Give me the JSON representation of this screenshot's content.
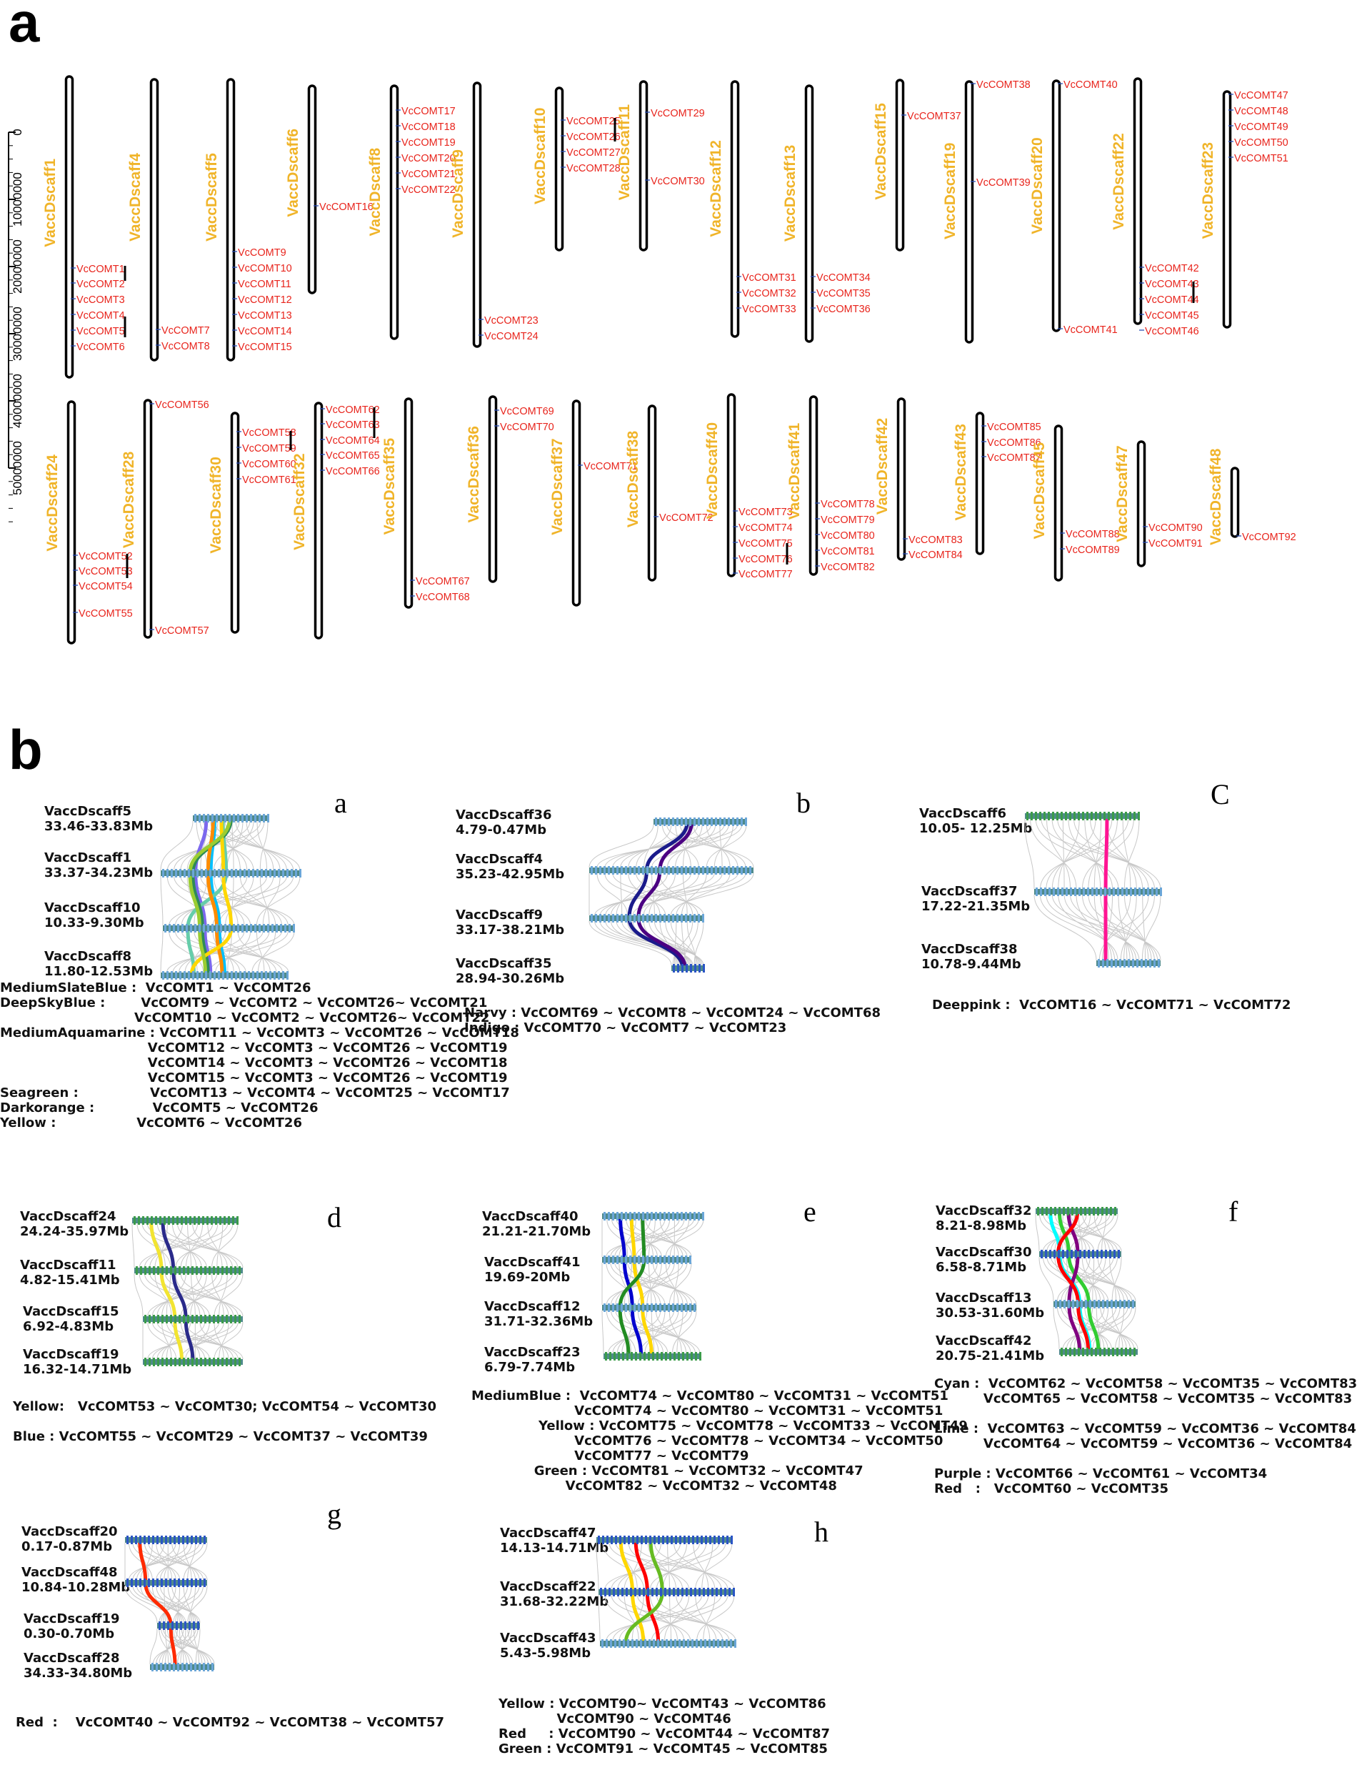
{
  "panel_a": {
    "letter": "a",
    "scale_ticks": [
      "0",
      "10000000",
      "20000000",
      "30000000",
      "40000000",
      "50000000"
    ],
    "scaffolds": [
      {
        "name": "VaccDscaff1",
        "genes": [
          "VcCOMT1",
          "VcCOMT2",
          "VcCOMT3",
          "VcCOMT4",
          "VcCOMT5",
          "VcCOMT6"
        ]
      },
      {
        "name": "VaccDscaff4",
        "genes": [
          "VcCOMT7",
          "VcCOMT8"
        ]
      },
      {
        "name": "VaccDscaff5",
        "genes": [
          "VcCOMT9",
          "VcCOMT10",
          "VcCOMT11",
          "VcCOMT12",
          "VcCOMT13",
          "VcCOMT14",
          "VcCOMT15"
        ]
      },
      {
        "name": "VaccDscaff6",
        "genes": [
          "VcCOMT16"
        ]
      },
      {
        "name": "VaccDscaff8",
        "genes": [
          "VcCOMT17",
          "VcCOMT18",
          "VcCOMT19",
          "VcCOMT20",
          "VcCOMT21",
          "VcCOMT22"
        ]
      },
      {
        "name": "VaccDscaff9",
        "genes": [
          "VcCOMT23",
          "VcCOMT24"
        ]
      },
      {
        "name": "VaccDscaff10",
        "genes": [
          "VcCOMT25",
          "VcCOMT26",
          "VcCOMT27",
          "VcCOMT28"
        ]
      },
      {
        "name": "VaccDscaff11",
        "genes": [
          "VcCOMT29",
          "VcCOMT30"
        ]
      },
      {
        "name": "VaccDscaff12",
        "genes": [
          "VcCOMT31",
          "VcCOMT32",
          "VcCOMT33"
        ]
      },
      {
        "name": "VaccDscaff13",
        "genes": [
          "VcCOMT34",
          "VcCOMT35",
          "VcCOMT36"
        ]
      },
      {
        "name": "VaccDscaff15",
        "genes": [
          "VcCOMT37"
        ]
      },
      {
        "name": "VaccDscaff19",
        "genes": [
          "VcCOMT38",
          "VcCOMT39"
        ]
      },
      {
        "name": "VaccDscaff20",
        "genes": [
          "VcCOMT40",
          "VcCOMT41"
        ]
      },
      {
        "name": "VaccDscaff22",
        "genes": [
          "VcCOMT42",
          "VcCOMT43",
          "VcCOMT44",
          "VcCOMT45",
          "VcCOMT46"
        ]
      },
      {
        "name": "VaccDscaff23",
        "genes": [
          "VcCOMT47",
          "VcCOMT48",
          "VcCOMT49",
          "VcCOMT50",
          "VcCOMT51"
        ]
      },
      {
        "name": "VaccDscaff24",
        "genes": [
          "VcCOMT52",
          "VcCOMT53",
          "VcCOMT54",
          "VcCOMT55"
        ]
      },
      {
        "name": "VaccDscaff28",
        "genes": [
          "VcCOMT56",
          "VcCOMT57"
        ]
      },
      {
        "name": "VaccDscaff30",
        "genes": [
          "VcCOMT58",
          "VcCOMT59",
          "VcCOMT60",
          "VcCOMT61"
        ]
      },
      {
        "name": "VaccDscaff32",
        "genes": [
          "VcCOMT62",
          "VcCOMT63",
          "VcCOMT64",
          "VcCOMT65",
          "VcCOMT66"
        ]
      },
      {
        "name": "VaccDscaff35",
        "genes": [
          "VcCOMT67",
          "VcCOMT68"
        ]
      },
      {
        "name": "VaccDscaff36",
        "genes": [
          "VcCOMT69",
          "VcCOMT70"
        ]
      },
      {
        "name": "VaccDscaff37",
        "genes": [
          "VcCOMT71"
        ]
      },
      {
        "name": "VaccDscaff38",
        "genes": [
          "VcCOMT72"
        ]
      },
      {
        "name": "VaccDscaff40",
        "genes": [
          "VcCOMT73",
          "VcCOMT74",
          "VcCOMT75",
          "VcCOMT76",
          "VcCOMT77"
        ]
      },
      {
        "name": "VaccDscaff41",
        "genes": [
          "VcCOMT78",
          "VcCOMT79",
          "VcCOMT80",
          "VcCOMT81",
          "VcCOMT82"
        ]
      },
      {
        "name": "VaccDscaff42",
        "genes": [
          "VcCOMT83",
          "VcCOMT84"
        ]
      },
      {
        "name": "VaccDscaff43",
        "genes": [
          "VcCOMT85",
          "VcCOMT86",
          "VcCOMT87"
        ]
      },
      {
        "name": "VaccDscaff45",
        "genes": [
          "VcCOMT88",
          "VcCOMT89"
        ]
      },
      {
        "name": "VaccDscaff47",
        "genes": [
          "VcCOMT90",
          "VcCOMT91"
        ]
      },
      {
        "name": "VaccDscaff48",
        "genes": [
          "VcCOMT92"
        ]
      }
    ],
    "colors": {
      "scaffold_label": "#f0b429",
      "gene_label": "#e8241c",
      "chromosome": "#000000"
    }
  },
  "panel_b": {
    "letter": "b",
    "subpanels": [
      {
        "letter": "a",
        "tracks": [
          [
            "VaccDscaff5",
            "33.46-33.83Mb"
          ],
          [
            "VaccDscaff1",
            "33.37-34.23Mb"
          ],
          [
            "VaccDscaff10",
            "10.33-9.30Mb"
          ],
          [
            "VaccDscaff8",
            "11.80-12.53Mb"
          ]
        ],
        "legend": "MediumSlateBlue :  VcCOMT1 ~ VcCOMT26\nDeepSkyBlue :        VcCOMT9 ~ VcCOMT2 ~ VcCOMT26~ VcCOMT21\n                              VcCOMT10 ~ VcCOMT2 ~ VcCOMT26~ VcCOMT22\nMediumAquamarine : VcCOMT11 ~ VcCOMT3 ~ VcCOMT26 ~ VcCOMT18\n                                 VcCOMT12 ~ VcCOMT3 ~ VcCOMT26 ~ VcCOMT19\n                                 VcCOMT14 ~ VcCOMT3 ~ VcCOMT26 ~ VcCOMT18\n                                 VcCOMT15 ~ VcCOMT3 ~ VcCOMT26 ~ VcCOMT19\nSeagreen :                VcCOMT13 ~ VcCOMT4 ~ VcCOMT25 ~ VcCOMT17\nDarkorange :             VcCOMT5 ~ VcCOMT26\nYellow :                  VcCOMT6 ~ VcCOMT26"
      },
      {
        "letter": "b",
        "tracks": [
          [
            "VaccDscaff36",
            "4.79-0.47Mb"
          ],
          [
            "VaccDscaff4",
            "35.23-42.95Mb"
          ],
          [
            "VaccDscaff9",
            "33.17-38.21Mb"
          ],
          [
            "VaccDscaff35",
            "28.94-30.26Mb"
          ]
        ],
        "legend": "Narvy : VcCOMT69 ~ VcCOMT8 ~ VcCOMT24 ~ VcCOMT68\nIndigo : VcCOMT70 ~ VcCOMT7 ~ VcCOMT23"
      },
      {
        "letter": "C",
        "tracks": [
          [
            "VaccDscaff6",
            "10.05- 12.25Mb"
          ],
          [
            "VaccDscaff37",
            "17.22-21.35Mb"
          ],
          [
            "VaccDscaff38",
            "10.78-9.44Mb"
          ]
        ],
        "legend": "Deeppink :  VcCOMT16 ~ VcCOMT71 ~ VcCOMT72"
      },
      {
        "letter": "d",
        "tracks": [
          [
            "VaccDscaff24",
            "24.24-35.97Mb"
          ],
          [
            "VaccDscaff11",
            "4.82-15.41Mb"
          ],
          [
            "VaccDscaff15",
            "6.92-4.83Mb"
          ],
          [
            "VaccDscaff19",
            "16.32-14.71Mb"
          ]
        ],
        "legend": "Yellow:   VcCOMT53 ~ VcCOMT30; VcCOMT54 ~ VcCOMT30\n\nBlue : VcCOMT55 ~ VcCOMT29 ~ VcCOMT37 ~ VcCOMT39"
      },
      {
        "letter": "e",
        "tracks": [
          [
            "VaccDscaff40",
            "21.21-21.70Mb"
          ],
          [
            "VaccDscaff41",
            "19.69-20Mb"
          ],
          [
            "VaccDscaff12",
            "31.71-32.36Mb"
          ],
          [
            "VaccDscaff23",
            "6.79-7.74Mb"
          ]
        ],
        "legend": "MediumBlue :  VcCOMT74 ~ VcCOMT80 ~ VcCOMT31 ~ VcCOMT51\n                       VcCOMT74 ~ VcCOMT80 ~ VcCOMT31 ~ VcCOMT51\n               Yellow : VcCOMT75 ~ VcCOMT78 ~ VcCOMT33 ~ VcCOMT49\n                       VcCOMT76 ~ VcCOMT78 ~ VcCOMT34 ~ VcCOMT50\n                       VcCOMT77 ~ VcCOMT79\n              Green : VcCOMT81 ~ VcCOMT32 ~ VcCOMT47\n                     VcCOMT82 ~ VcCOMT32 ~ VcCOMT48"
      },
      {
        "letter": "f",
        "tracks": [
          [
            "VaccDscaff32",
            "8.21-8.98Mb"
          ],
          [
            "VaccDscaff30",
            "6.58-8.71Mb"
          ],
          [
            "VaccDscaff13",
            "30.53-31.60Mb"
          ],
          [
            "VaccDscaff42",
            "20.75-21.41Mb"
          ]
        ],
        "legend": "Cyan :  VcCOMT62 ~ VcCOMT58 ~ VcCOMT35 ~ VcCOMT83\n           VcCOMT65 ~ VcCOMT58 ~ VcCOMT35 ~ VcCOMT83\n\nLime :  VcCOMT63 ~ VcCOMT59 ~ VcCOMT36 ~ VcCOMT84\n           VcCOMT64 ~ VcCOMT59 ~ VcCOMT36 ~ VcCOMT84\n\nPurple : VcCOMT66 ~ VcCOMT61 ~ VcCOMT34\nRed   :   VcCOMT60 ~ VcCOMT35"
      },
      {
        "letter": "g",
        "tracks": [
          [
            "VaccDscaff20",
            "0.17-0.87Mb"
          ],
          [
            "VaccDscaff48",
            "10.84-10.28Mb"
          ],
          [
            "VaccDscaff19",
            "0.30-0.70Mb"
          ],
          [
            "VaccDscaff28",
            "34.33-34.80Mb"
          ]
        ],
        "legend": "Red  :    VcCOMT40 ~ VcCOMT92 ~ VcCOMT38 ~ VcCOMT57"
      },
      {
        "letter": "h",
        "tracks": [
          [
            "VaccDscaff47",
            "14.13-14.71Mb"
          ],
          [
            "VaccDscaff22",
            "31.68-32.22Mb"
          ],
          [
            "VaccDscaff43",
            "5.43-5.98Mb"
          ]
        ],
        "legend": "Yellow : VcCOMT90~ VcCOMT43 ~ VcCOMT86\n             VcCOMT90 ~ VcCOMT46\nRed     : VcCOMT90 ~ VcCOMT44 ~ VcCOMT87\nGreen : VcCOMT91 ~ VcCOMT45 ~ VcCOMT85"
      }
    ]
  }
}
